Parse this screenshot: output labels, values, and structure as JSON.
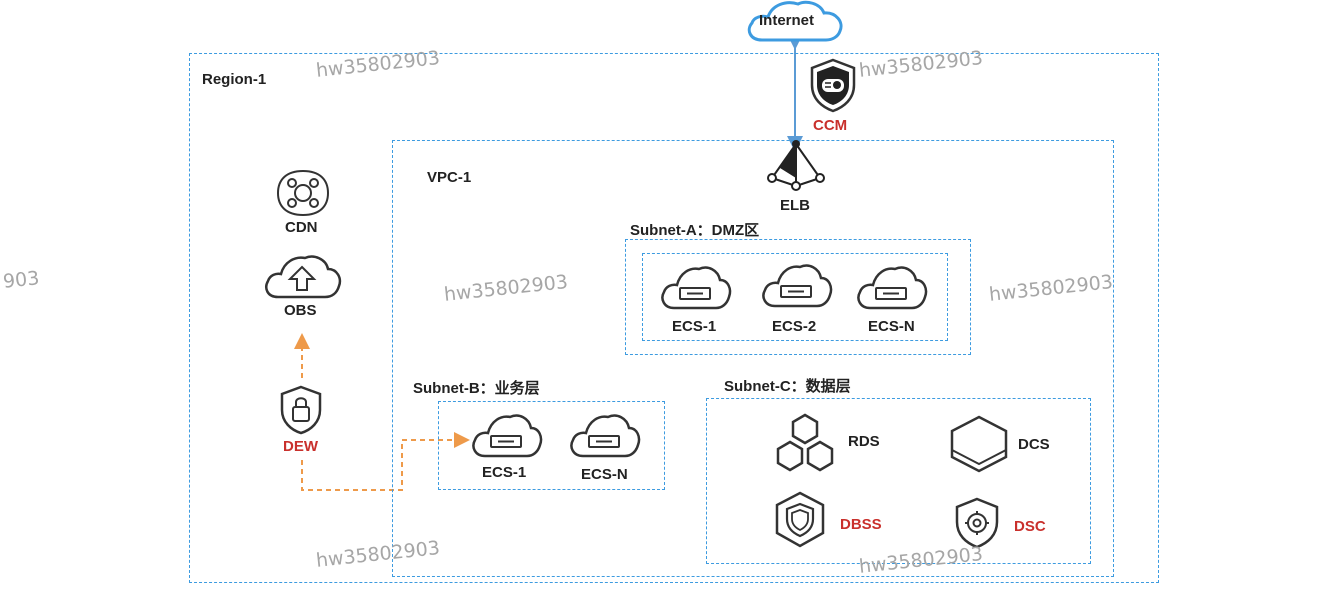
{
  "diagram": {
    "internet": "Internet",
    "region": "Region-1",
    "vpc": "VPC-1",
    "ccm": "CCM",
    "elb": "ELB",
    "cdn": "CDN",
    "obs": "OBS",
    "dew": "DEW",
    "subnet_a": "Subnet-A：DMZ区",
    "subnet_b": "Subnet-B：业务层",
    "subnet_c": "Subnet-C：数据层",
    "subnet_a_servers": [
      "ECS-1",
      "ECS-2",
      "ECS-N"
    ],
    "subnet_b_servers": [
      "ECS-1",
      "ECS-N"
    ],
    "rds": "RDS",
    "dcs": "DCS",
    "dbss": "DBSS",
    "dsc": "DSC"
  },
  "watermark": "hw35802903",
  "watermark_partial": "903",
  "colors": {
    "dashed_border": "#3d9be0",
    "connector_blue": "#5b9bd5",
    "connector_orange": "#ee9a4a",
    "security_label": "#c9302c"
  }
}
